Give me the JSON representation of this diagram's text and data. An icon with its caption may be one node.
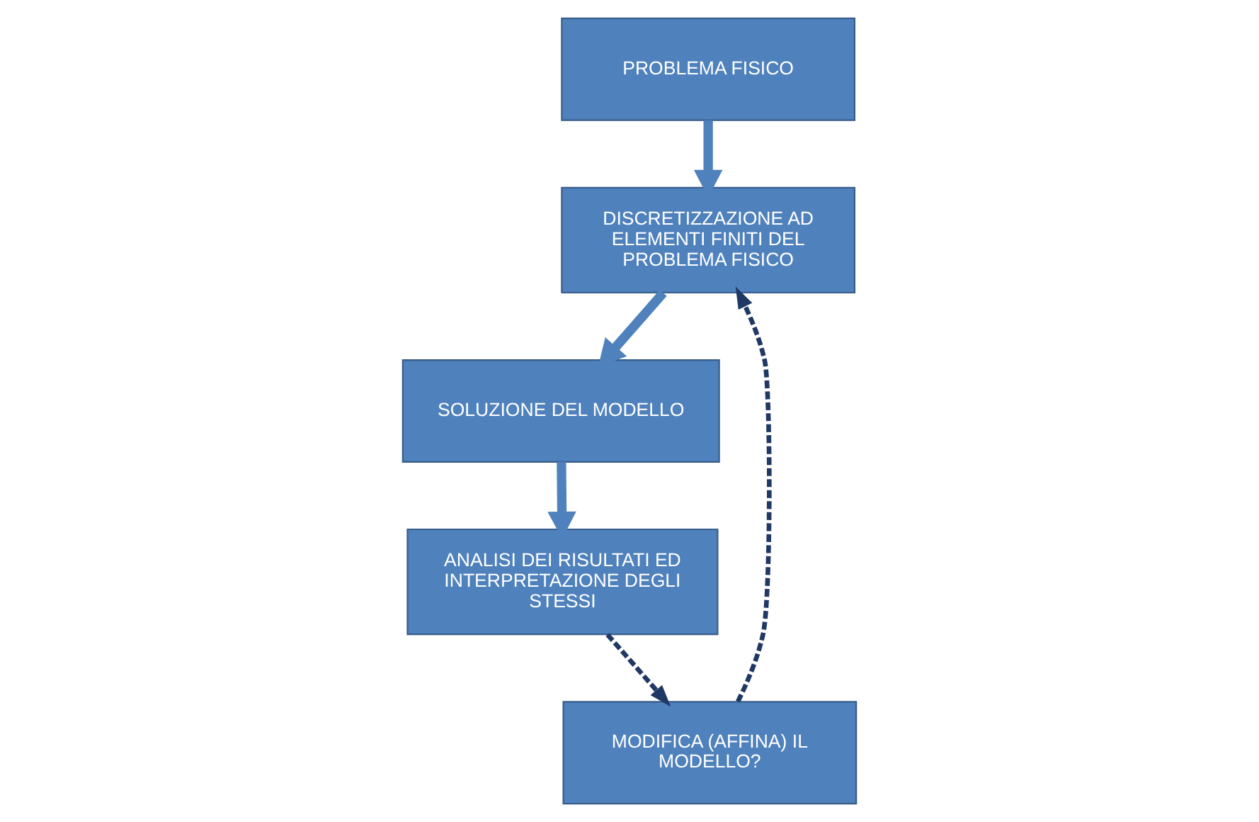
{
  "diagram": {
    "nodes": [
      {
        "text": [
          "PROBLEMA FISICO"
        ]
      },
      {
        "text": [
          "DISCRETIZZAZIONE AD ELEMENTI FINITI DEL PROBLEMA FISICO"
        ]
      },
      {
        "text": [
          "SOLUZIONE DEL MODELLO"
        ]
      },
      {
        "text": [
          "ANALISI DEI RISULTATI ED INTERPRETAZIONE DEGLI STESSI"
        ]
      },
      {
        "text": [
          "MODIFICA (AFFINA) IL MODELLO?"
        ]
      }
    ],
    "edges": [
      {
        "from": 0,
        "to": 1,
        "arrow": "to"
      },
      {
        "from": 1,
        "to": 2,
        "arrow": "to"
      },
      {
        "from": 2,
        "to": 3,
        "arrow": "to"
      },
      {
        "from": 3,
        "to": 4,
        "arrow": "to",
        "style": "dashed",
        "color": "#1f3864"
      },
      {
        "from": 4,
        "to": 1,
        "arrow": "to",
        "style": "dashed",
        "color": "#1f3864"
      }
    ]
  }
}
